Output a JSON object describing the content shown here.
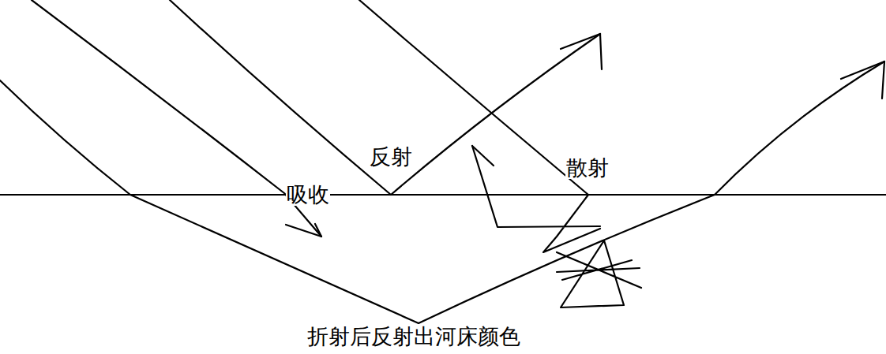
{
  "diagram": {
    "labels": [
      "反射",
      "吸收",
      "散射",
      "折射后反射出河床颜色"
    ]
  }
}
